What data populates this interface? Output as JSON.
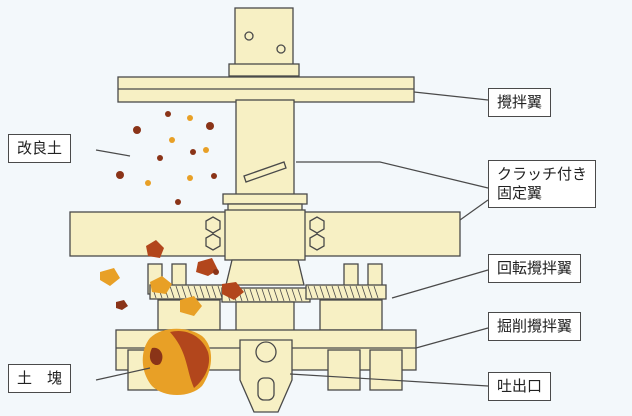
{
  "labels": {
    "kairyodo": "改良土",
    "kakuhanyoku": "攪拌翼",
    "clutch_line1": "クラッチ付き",
    "clutch_line2": "固定翼",
    "kaiten": "回転攪拌翼",
    "kussaku": "掘削攪拌翼",
    "dokai": "土　塊",
    "toshutsuguchi": "吐出口"
  },
  "colors": {
    "background": "#f3f8fb",
    "machine_fill": "#f7f0c4",
    "outline": "#4a4a4a",
    "soil_orange": "#e8a026",
    "soil_brown": "#8a3418",
    "soil_red": "#b2461c"
  }
}
